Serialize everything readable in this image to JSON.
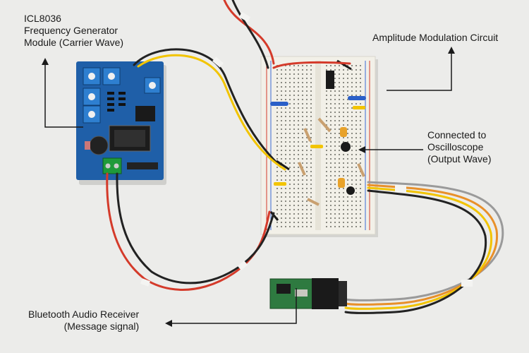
{
  "labels": {
    "icl8036": {
      "lines": [
        "ICL8036",
        "Frequency Generator",
        "Module (Carrier Wave)"
      ]
    },
    "am_circuit": {
      "lines": [
        "Amplitude Modulation Circuit"
      ]
    },
    "oscilloscope": {
      "lines": [
        "Connected to",
        "Oscilloscope",
        "(Output Wave)"
      ]
    },
    "bluetooth": {
      "lines": [
        "Bluetooth Audio Receiver",
        "(Message signal)"
      ]
    }
  },
  "colors": {
    "background": "#ececea",
    "pcb_blue": "#1f5fa8",
    "breadboard": "#f2f0e8",
    "wire_red": "#d43a2a",
    "wire_black": "#222222",
    "wire_yellow": "#f2c400",
    "wire_white": "#f4f4f2",
    "wire_orange": "#e8902a",
    "wire_gray": "#9a9a9a",
    "arrow": "#1a1a1a"
  },
  "icons": [
    "arrow-icon"
  ]
}
